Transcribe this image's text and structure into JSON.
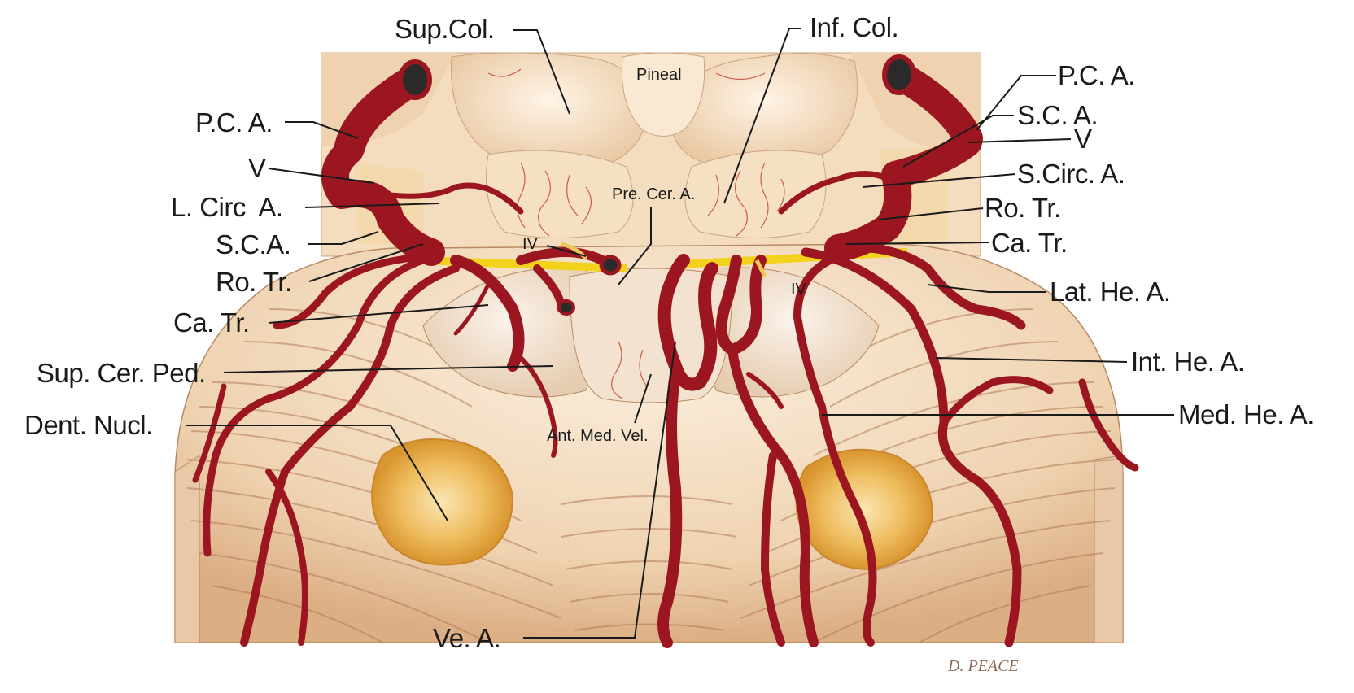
{
  "labels": {
    "sup_col": "Sup.Col.",
    "inf_col": "Inf. Col.",
    "pineal": "Pineal",
    "pca_left": "P.C. A.",
    "v_left": "V",
    "l_circ_a": "L. Circ  A.",
    "sca_left": "S.C.A.",
    "ro_tr_left": "Ro. Tr.",
    "ca_tr_left": "Ca. Tr.",
    "sup_cer_ped": "Sup. Cer. Ped.",
    "dent_nucl": "Dent. Nucl.",
    "ve_a": "Ve. A.",
    "pca_right": "P.C. A.",
    "sca_right": "S.C. A.",
    "v_right": "V",
    "s_circ_a": "S.Circ. A.",
    "ro_tr_right": "Ro. Tr.",
    "ca_tr_right": "Ca. Tr.",
    "lat_he_a": "Lat. He. A.",
    "int_he_a": "Int. He. A.",
    "med_he_a": "Med. He. A.",
    "pre_cer_a": "Pre. Cer. A.",
    "iv_left": "IV",
    "iv_right": "IV",
    "ant_med_vel": "Ant. Med. Vel."
  },
  "signature": "D. PEACE",
  "colors": {
    "artery": "#9b1620",
    "tissue": "#f2dcc0",
    "nucleus": "#e8b860",
    "nerve_band": "#f2d21a"
  }
}
